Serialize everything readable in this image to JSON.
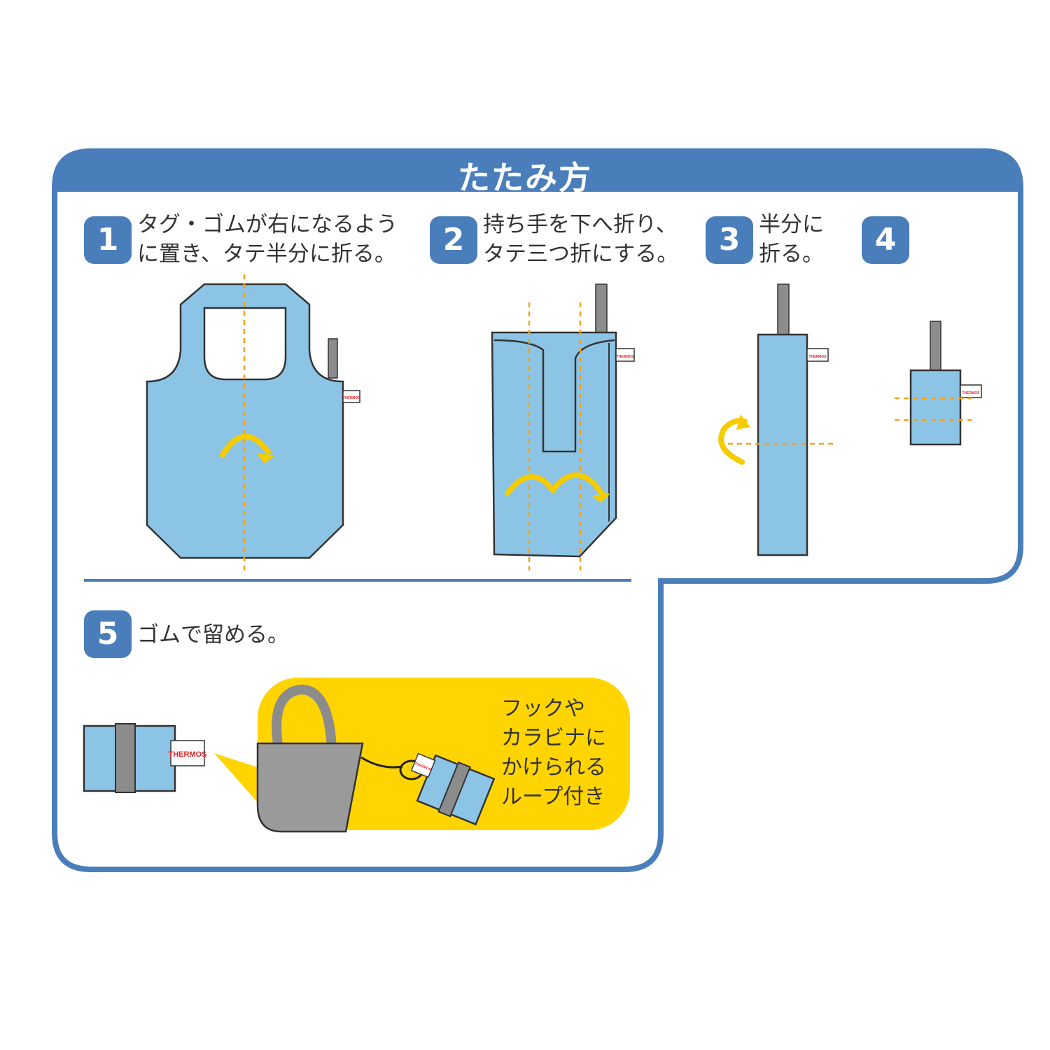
{
  "title": "たたみ方",
  "colors": {
    "frame": "#4a7ebb",
    "bag": "#8cc4e6",
    "fold_line": "#f0a21a",
    "arrow": "#f5cc00",
    "strap": "#8c8c8c",
    "callout": "#ffd400",
    "tag_text": "#e4262c"
  },
  "steps": [
    {
      "number": "1",
      "line1": "タグ・ゴムが右になるよう",
      "line2": "に置き、タテ半分に折る。"
    },
    {
      "number": "2",
      "line1": "持ち手を下へ折り、",
      "line2": "タテ三つ折にする。"
    },
    {
      "number": "3",
      "line1": "半分に",
      "line2": "折る。"
    },
    {
      "number": "4",
      "line1": "",
      "line2": ""
    },
    {
      "number": "5",
      "line1": "ゴムで留める。",
      "line2": ""
    }
  ],
  "brand_tag": "THERMOS",
  "callout": {
    "lines": [
      "フックや",
      "カラビナに",
      "かけられる",
      "ループ付き"
    ]
  }
}
